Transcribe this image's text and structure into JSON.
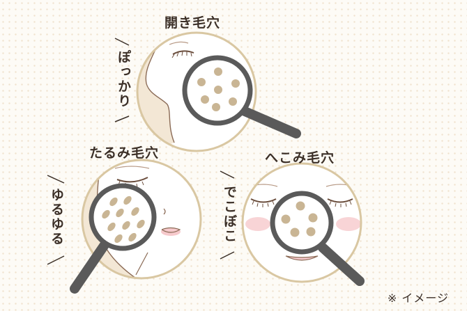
{
  "labels": {
    "top_title": "開き毛穴",
    "top_side": "ぽっかり",
    "left_title": "たるみ毛穴",
    "left_side": "ゆるゆる",
    "right_title": "へこみ毛穴",
    "right_side": "でこぼこ"
  },
  "note": "※ イメージ",
  "colors": {
    "circle_border": "#d9c7a2",
    "magnifier": "#5a5a5a",
    "pore": "#c9b594",
    "skin_shadow": "#f3e7d5",
    "blush": "#f6c9cc"
  },
  "icons": [
    "magnifier-icon",
    "face-illustration",
    "pore-dot"
  ]
}
